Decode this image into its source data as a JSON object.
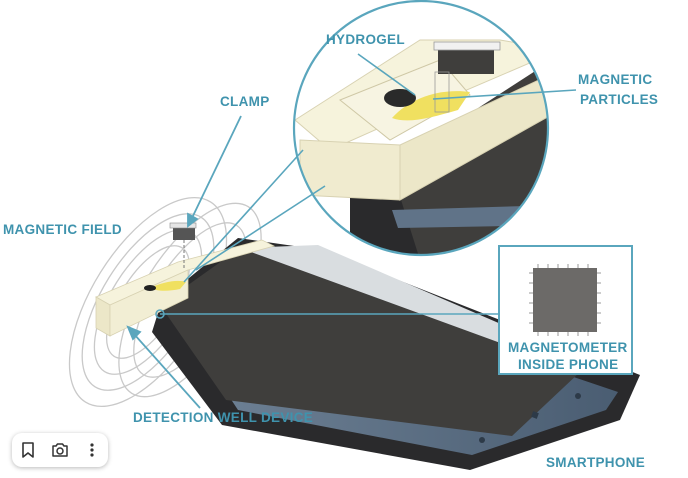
{
  "labels": {
    "hydrogel": "HYDROGEL",
    "magnetic_particles_line1": "MAGNETIC",
    "magnetic_particles_line2": "PARTICLES",
    "clamp": "CLAMP",
    "magnetic_field": "MAGNETIC  FIELD",
    "magnetometer_line1": "MAGNETOMETER",
    "magnetometer_line2": "INSIDE PHONE",
    "detection_well_device": "DETECTION  WELL DEVICE",
    "smartphone": "SMARTPHONE"
  },
  "toolbar": {
    "icons": [
      "bookmark-icon",
      "lens-search-icon",
      "more-vertical-icon"
    ]
  },
  "colors": {
    "label": "#3f93ad",
    "leader": "#5aa6bd",
    "phone_screen": "#3f3e3c",
    "phone_body": "#2a2a2c",
    "phone_bezel": "#596f84",
    "device_body": "#f6f3dc",
    "hydrogel": "#f0e060",
    "field_lines": "#c9c9c9"
  }
}
